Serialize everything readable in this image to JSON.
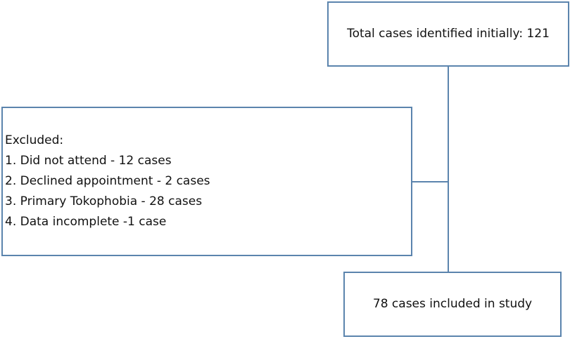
{
  "flowchart": {
    "top_box": "Total cases identified initially: 121",
    "excluded_box": {
      "heading": "Excluded:",
      "items": [
        "1. Did not attend - 12 cases",
        "2. Declined appointment - 2 cases",
        "3. Primary Tokophobia - 28 cases",
        "4. Data incomplete -1 case"
      ]
    },
    "bottom_box": "78 cases included in study"
  },
  "colors": {
    "border": "#5b84ad",
    "text": "#111111",
    "background": "#ffffff"
  }
}
